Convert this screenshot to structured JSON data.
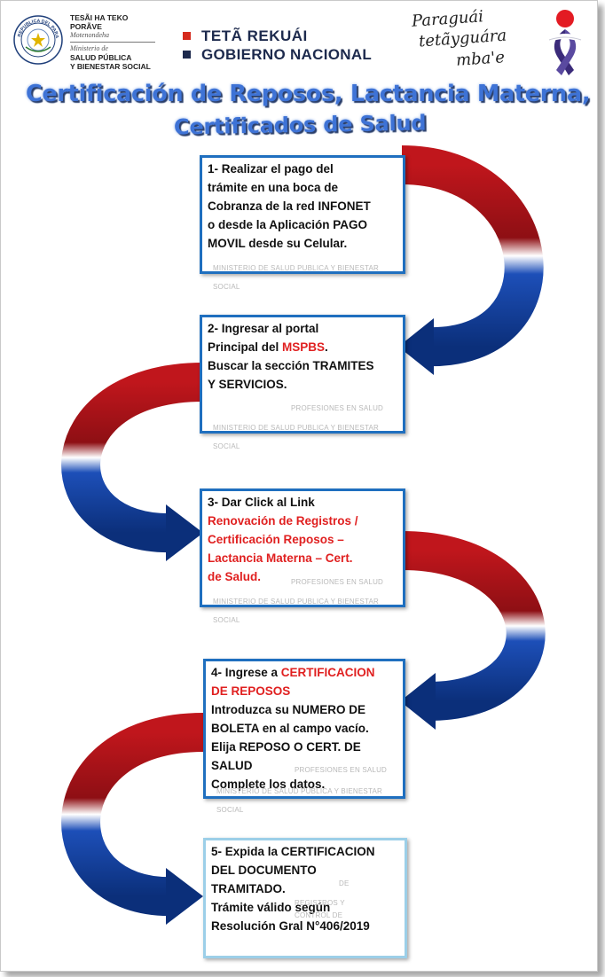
{
  "colors": {
    "title_blue": "#3e73d6",
    "box_border": "#1f6fbf",
    "box_border_last": "#9ccfe8",
    "highlight_red": "#e02020",
    "ribbon_red": "#c0161c",
    "ribbon_blue": "#0b3fa8",
    "gov_red": "#d52b1e",
    "gov_navy": "#1d2a4d"
  },
  "header": {
    "ministry": {
      "seal_text": "REPUBLICA DEL PARAGUAY",
      "line1": "TESÃI HA TEKO",
      "line2": "PORÃVE",
      "line3": "Motenondeha",
      "line4": "Ministerio de",
      "line5": "SALUD PÚBLICA",
      "line6": "Y BIENESTAR SOCIAL"
    },
    "government": {
      "line1": "TETÃ REKUÁI",
      "line2": "GOBIERNO NACIONAL"
    },
    "slogan": {
      "line1": "Paraguái",
      "line2": "tetãyguára",
      "line3": "mba'e"
    },
    "ribbon_icon": "awareness-ribbon-icon"
  },
  "title": {
    "line1": "Certificación de Reposos, Lactancia Materna,",
    "line2": "Certificados de Salud"
  },
  "steps": [
    {
      "lines": [
        "1- Realizar el pago del",
        "trámite en una boca de",
        "Cobranza de la red INFONET",
        "o desde la Aplicación PAGO",
        "MOVIL desde su Celular."
      ]
    },
    {
      "lines_pre": [
        "2- Ingresar al portal"
      ],
      "line_mixed": {
        "before": "Principal del ",
        "red": "MSPBS",
        "after": "."
      },
      "lines_post": [
        "Buscar la sección TRAMITES",
        "Y SERVICIOS."
      ]
    },
    {
      "lines": [
        "3- Dar Click al Link"
      ],
      "red_lines": [
        "Renovación de Registros /",
        "Certificación Reposos –",
        "Lactancia Materna – Cert.",
        "de Salud."
      ]
    },
    {
      "line_mixed": {
        "before": "4- Ingrese a ",
        "red": "CERTIFICACION"
      },
      "red_lines": [
        "DE REPOSOS"
      ],
      "lines": [
        "Introduzca su NUMERO DE",
        "BOLETA en al campo vacío.",
        "Elija REPOSO O CERT. DE",
        "SALUD",
        "Complete los datos."
      ]
    },
    {
      "lines": [
        "5- Expida la CERTIFICACION",
        "DEL DOCUMENTO",
        "TRAMITADO.",
        "Trámite válido según",
        "Resolución Gral N°406/2019"
      ]
    }
  ],
  "watermarks": {
    "ministry": "MINISTERIO DE SALUD PUBLICA Y BIENESTAR SOCIAL",
    "profesiones": "PROFESIONES EN SALUD",
    "registros_1": "REGISTROS Y",
    "registros_2": "CONTROL DE",
    "de": "DE"
  }
}
